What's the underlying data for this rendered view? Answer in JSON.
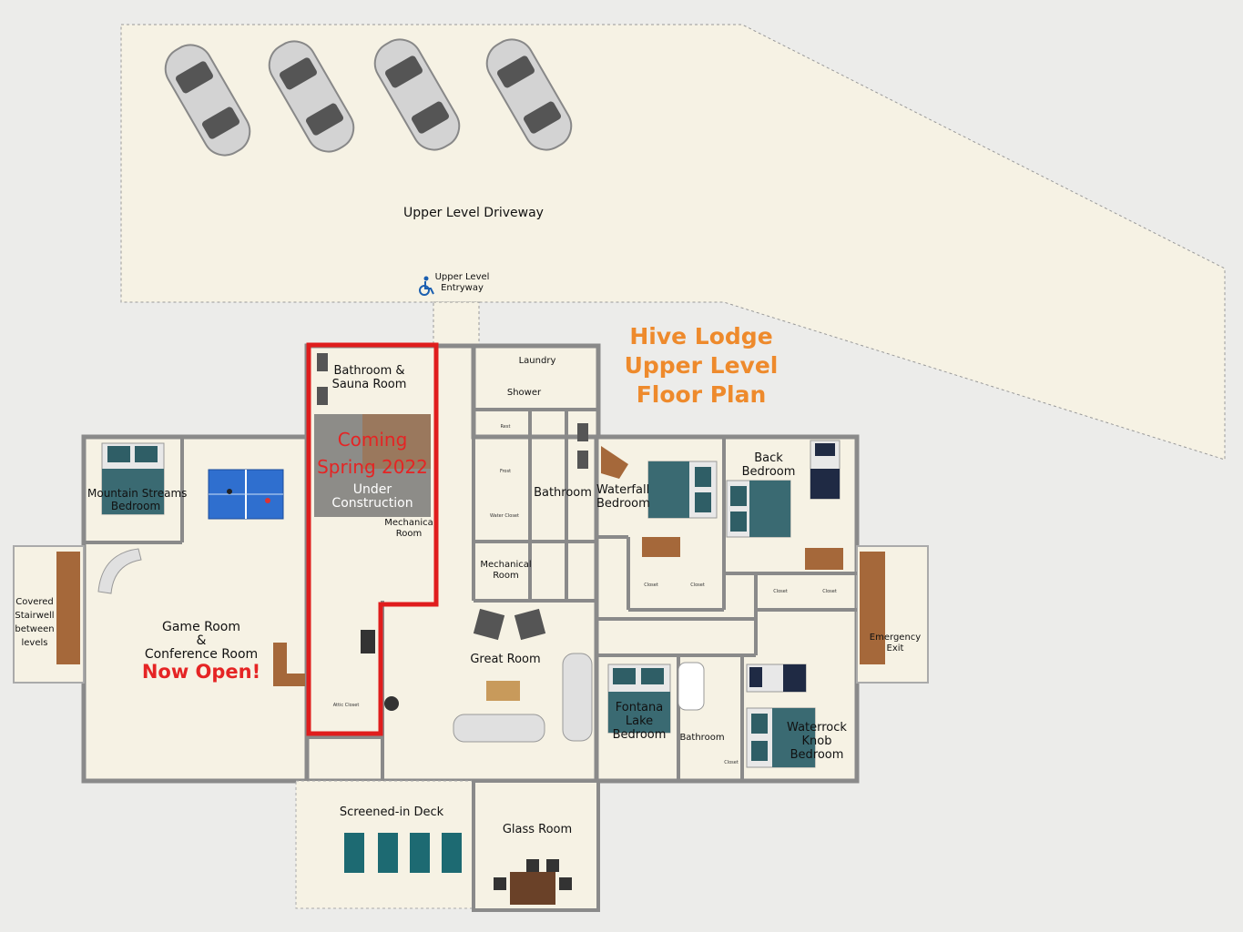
{
  "title": {
    "line1": "Hive Lodge",
    "line2": "Upper Level",
    "line3": "Floor Plan"
  },
  "rooms": {
    "driveway": "Upper Level Driveway",
    "entryway": {
      "line1": "Upper Level",
      "line2": "Entryway"
    },
    "bathroom_sauna": {
      "line1": "Bathroom &",
      "line2": "Sauna Room"
    },
    "laundry": "Laundry",
    "shower": "Shower",
    "bathroom_center": "Bathroom",
    "mechanical_center": {
      "line1": "Mechanical",
      "line2": "Room"
    },
    "mechanical_left": {
      "line1": "Mechanica",
      "line2": "Room"
    },
    "mountain_streams": {
      "line1": "Mountain Streams",
      "line2": "Bedroom"
    },
    "covered_stairwell": {
      "line1": "Covered",
      "line2": "Stairwell",
      "line3": "between",
      "line4": "levels"
    },
    "game_room": {
      "line1": "Game Room",
      "line2": "&",
      "line3": "Conference Room"
    },
    "great_room": "Great Room",
    "waterfall": {
      "line1": "Waterfall",
      "line2": "Bedroom"
    },
    "back_bedroom": {
      "line1": "Back",
      "line2": "Bedroom"
    },
    "emergency_exit": {
      "line1": "Emergency",
      "line2": "Exit"
    },
    "fontana": {
      "line1": "Fontana",
      "line2": "Lake",
      "line3": "Bedroom"
    },
    "bathroom_right": "Bathroom",
    "waterrock": {
      "line1": "Waterrock",
      "line2": "Knob",
      "line3": "Bedroom"
    },
    "screened_deck": "Screened-in Deck",
    "glass_room": "Glass Room"
  },
  "notices": {
    "coming_line1": "Coming",
    "coming_line2": "Spring 2022",
    "under_line1": "Under",
    "under_line2": "Construction",
    "now_open": "Now Open!"
  },
  "tiny": {
    "rest": "Rest",
    "frost": "Frost",
    "water_closet": "Water Closet",
    "closet1": "Closet",
    "closet2": "Closet",
    "closet3": "Closet",
    "closet4": "Closet",
    "closet5": "Closet",
    "attic_closet": "Attic Closet"
  },
  "colors": {
    "accent": "#ee8a2c",
    "highlight": "#e52424",
    "floor": "#f6f2e4",
    "wall": "#8a8a8a",
    "teal": "#2e6e78"
  }
}
